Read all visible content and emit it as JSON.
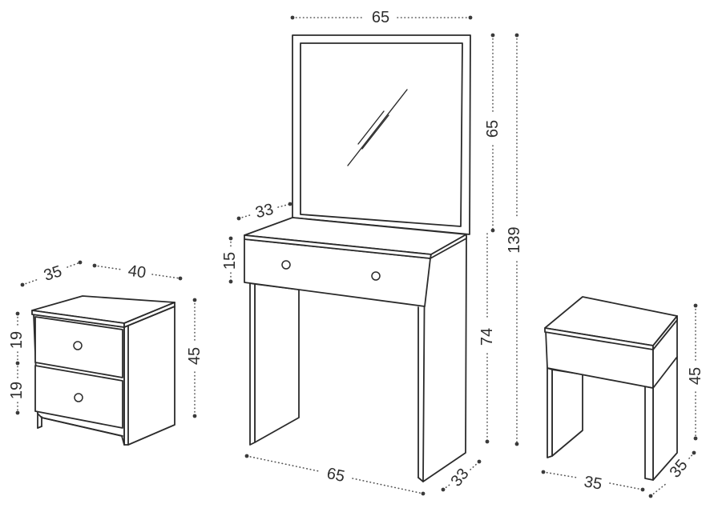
{
  "vanity": {
    "mirror_width": "65",
    "mirror_height": "65",
    "total_height": "139",
    "top_depth": "33",
    "drawer_height": "15",
    "table_height": "74",
    "table_width": "65",
    "base_depth": "33"
  },
  "nightstand": {
    "depth": "35",
    "width": "40",
    "upper_drawer_height": "19",
    "lower_drawer_height": "19",
    "height": "45"
  },
  "stool": {
    "height": "45",
    "width": "35",
    "depth": "35"
  },
  "colors": {
    "outline": "#2b2b2b",
    "dimension": "#555555",
    "background": "#ffffff"
  }
}
